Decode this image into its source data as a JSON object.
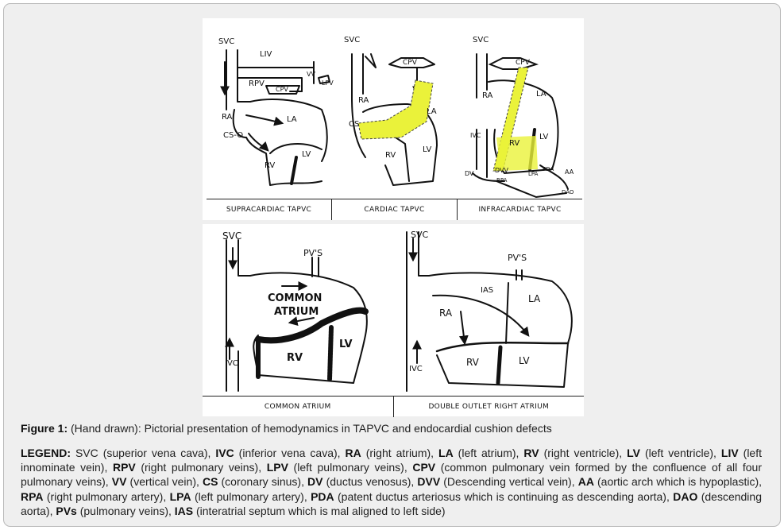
{
  "top_panel": {
    "captions": [
      "SUPRACARDIAC TAPVC",
      "CARDIAC TAPVC",
      "INFRACARDIAC TAPVC"
    ],
    "supracardiac_labels": {
      "svc": "SVC",
      "liv": "LIV",
      "rpv": "RPV",
      "cpv": "CPV",
      "vv": "VV",
      "lpv": "LPV",
      "ra": "RA",
      "la": "LA",
      "cs": "CS-O",
      "rv": "RV",
      "lv": "LV"
    },
    "cardiac_labels": {
      "svc": "SVC",
      "cpv": "CPV",
      "ra": "RA",
      "cs": "CS",
      "la": "LA",
      "rv": "RV",
      "lv": "LV"
    },
    "infracardiac_labels": {
      "svc": "SVC",
      "cpv": "CPV",
      "ra": "RA",
      "la": "LA",
      "ivc": "IVC",
      "rv": "RV",
      "lv": "LV",
      "dv": "DV",
      "dvv": "DVV",
      "rpa": "RPA",
      "lpa": "LPA",
      "pda": "PDA",
      "aa": "AA",
      "dao": "DAO"
    }
  },
  "bottom_panel": {
    "captions": [
      "COMMON ATRIUM",
      "DOUBLE OUTLET RIGHT ATRIUM"
    ],
    "common_atrium_labels": {
      "svc": "SVC",
      "pvs": "PV'S",
      "common": "COMMON",
      "atrium": "ATRIUM",
      "ivc": "IVC",
      "rv": "RV",
      "lv": "LV"
    },
    "dora_labels": {
      "svc": "SVC",
      "pvs": "PV'S",
      "ias": "IAS",
      "la": "LA",
      "ra": "RA",
      "ivc": "IVC",
      "rv": "RV",
      "lv": "LV"
    }
  },
  "figure_caption": {
    "label": "Figure 1:",
    "text": " (Hand drawn): Pictorial presentation of hemodynamics in TAPVC and endocardial cushion defects"
  },
  "legend": {
    "label": "LEGEND:",
    "items": [
      {
        "term": "",
        "desc": " SVC (superior vena cava), "
      },
      {
        "term": "IVC",
        "desc": " (inferior vena cava), "
      },
      {
        "term": "RA",
        "desc": " (right atrium), "
      },
      {
        "term": "LA",
        "desc": " (left atrium), "
      },
      {
        "term": "RV",
        "desc": " (right ventricle), "
      },
      {
        "term": "LV",
        "desc": " (left ventricle), "
      },
      {
        "term": "LIV",
        "desc": " (left innominate vein), "
      },
      {
        "term": "RPV",
        "desc": " (right pulmonary veins), "
      },
      {
        "term": "LPV",
        "desc": " (left pulmonary veins), "
      },
      {
        "term": "CPV",
        "desc": " (common pulmonary vein formed by the confluence of all four pulmonary veins), "
      },
      {
        "term": "VV",
        "desc": " (vertical vein), "
      },
      {
        "term": "CS",
        "desc": " (coronary sinus), "
      },
      {
        "term": "DV",
        "desc": " (ductus venosus), "
      },
      {
        "term": "DVV",
        "desc": " (Descending vertical vein), "
      },
      {
        "term": "AA",
        "desc": " (aortic arch which is hypoplastic), "
      },
      {
        "term": "RPA",
        "desc": " (right pulmonary artery), "
      },
      {
        "term": "LPA",
        "desc": " (left pulmonary artery), "
      },
      {
        "term": "PDA",
        "desc": " (patent ductus arteriosus which is continuing as descending aorta), "
      },
      {
        "term": "DAO",
        "desc": " (descending aorta), "
      },
      {
        "term": "PVs",
        "desc": " (pulmonary veins), "
      },
      {
        "term": "IAS",
        "desc": " (interatrial septum which is mal aligned to left side)"
      }
    ]
  }
}
